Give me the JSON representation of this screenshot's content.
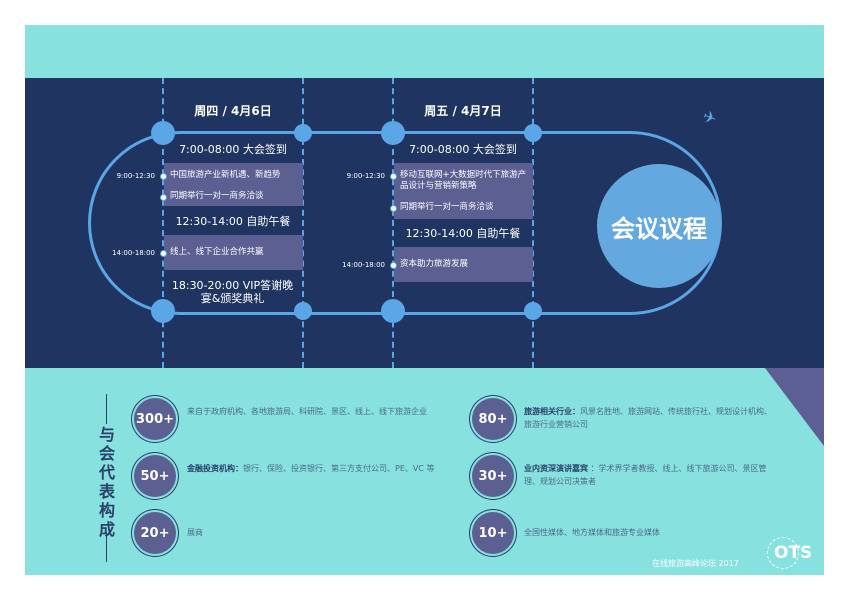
{
  "title": "会议议程",
  "days": [
    {
      "label": "周四 / 4月6日",
      "checkin": "7:00-08:00  大会签到",
      "morning_time": "9:00-12:30",
      "morning_items": [
        "中国旅游产业新机遇、新趋势",
        "同期举行一对一商务洽谈"
      ],
      "lunch": "12:30-14:00  自助午餐",
      "afternoon_time": "14:00-18:00",
      "afternoon_items": [
        "线上、线下企业合作共赢"
      ],
      "evening": "18:30-20:00  VIP答谢晚宴&颁奖典礼"
    },
    {
      "label": "周五 / 4月7日",
      "checkin": "7:00-08:00  大会签到",
      "morning_time": "9:00-12:30",
      "morning_items": [
        "移动互联网+大数据时代下旅游产品设计与营销新策略",
        "同期举行一对一商务洽谈"
      ],
      "lunch": "12:30-14:00  自助午餐",
      "afternoon_time": "14:00-18:00",
      "afternoon_items": [
        "资本助力旅游发展"
      ]
    }
  ],
  "attendees": {
    "heading": "与会代表构成",
    "items": [
      {
        "count": "300+",
        "bold": "",
        "text": "来自于政府机构、各地旅游局、科研院、景区、线上、线下旅游企业"
      },
      {
        "count": "50+",
        "bold": "金融投资机构：",
        "text": "银行、保险、投资银行、第三方支付公司、PE、VC 等"
      },
      {
        "count": "20+",
        "bold": "",
        "text": "展商"
      },
      {
        "count": "80+",
        "bold": "旅游相关行业：",
        "text": "风景名胜地、旅游网站、传统旅行社、规划设计机构、旅游行业营销公司"
      },
      {
        "count": "30+",
        "bold": "业内资深演讲嘉宾",
        "text": " ：学术界学者教授、线上、线下旅游公司、景区管理、规划公司决策者"
      },
      {
        "count": "10+",
        "bold": "",
        "text": "全国性媒体、地方媒体和旅游专业媒体"
      }
    ]
  },
  "footer": {
    "text": "在线旅游高峰论坛  2017",
    "logo": "OTS"
  }
}
